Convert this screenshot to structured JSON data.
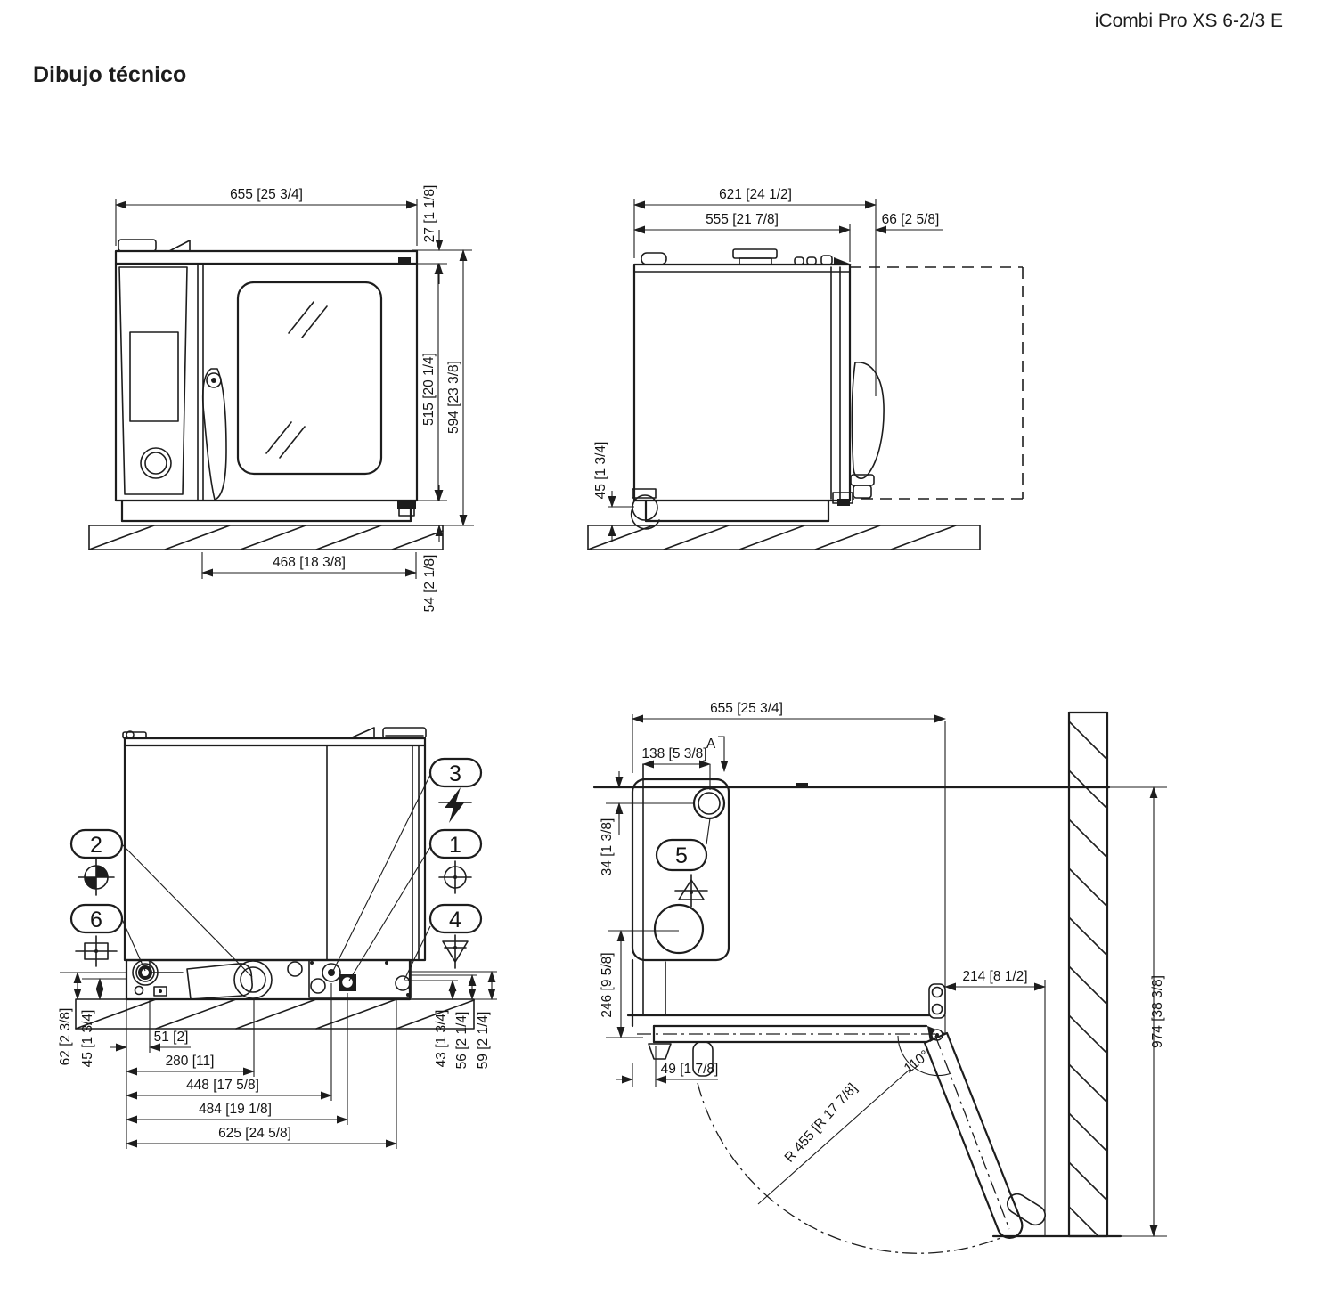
{
  "header": {
    "product_name": "iCombi Pro XS 6-2/3 E",
    "title": "Dibujo técnico"
  },
  "front_view": {
    "dims": {
      "width": "655 [25 3/4]",
      "top_offset": "27 [1 1/8]",
      "body_height": "515 [20 1/4]",
      "total_height": "594 [23 3/8]",
      "door_width": "468 [18 3/8]",
      "base_height": "54 [2 1/8]"
    }
  },
  "side_view": {
    "dims": {
      "total_depth": "621 [24 1/2]",
      "body_depth": "555 [21 7/8]",
      "handle_depth": "66 [2 5/8]",
      "base_clearance": "45 [1 3/4]"
    }
  },
  "rear_view": {
    "callouts": {
      "no1": "1",
      "no2": "2",
      "no3": "3",
      "no4": "4",
      "no6": "6"
    },
    "dims": {
      "h62": "62 [2 3/8]",
      "h45": "45 [1 3/4]",
      "w51": "51 [2]",
      "w280": "280 [11]",
      "w448": "448 [17 5/8]",
      "w484": "484 [19 1/8]",
      "w625": "625 [24 5/8]",
      "h43": "43 [1 3/4]",
      "h56": "56 [2 1/4]",
      "h59": "59 [2 1/4]"
    }
  },
  "top_view": {
    "callouts": {
      "no5": "5"
    },
    "section_label": "A",
    "dims": {
      "width": "655 [25 3/4]",
      "vent_x": "138 [5 3/8]",
      "vent_y": "34 [1 3/8]",
      "rear_depth": "246 [9 5/8]",
      "left_offset": "49 [1 7/8]",
      "door_wall": "214 [8 1/2]",
      "wall_height": "974 [38 3/8]",
      "door_angle": "110°",
      "door_radius": "R 455 [R 17 7/8]"
    }
  },
  "icons": {
    "c1": "cold-water-connection-icon",
    "c2": "water-connection-icon",
    "c3": "electrical-connection-icon",
    "c4": "drain-connection-icon",
    "c5": "steam-vent-icon",
    "c6": "equipotential-bonding-icon"
  }
}
